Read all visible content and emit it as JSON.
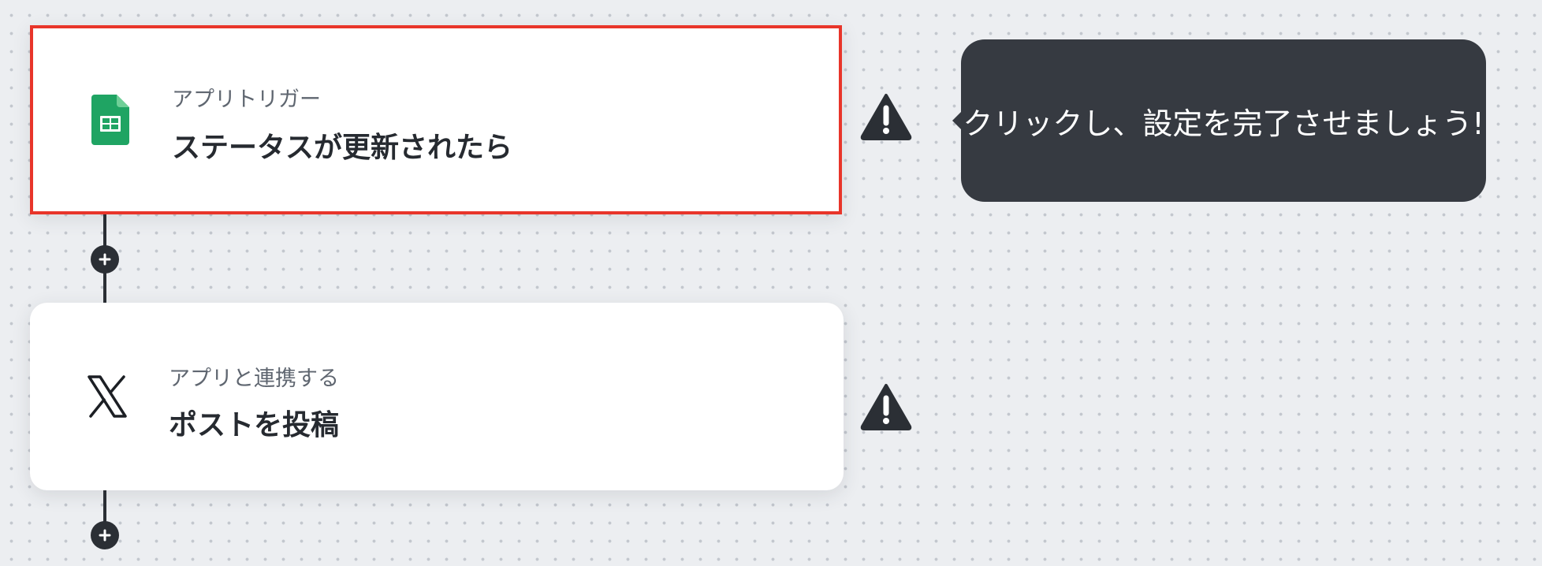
{
  "workflow": {
    "trigger": {
      "subtitle": "アプリトリガー",
      "title": "ステータスが更新されたら",
      "app_icon": "google-sheets-icon",
      "status_icon": "warning-icon"
    },
    "action": {
      "subtitle": "アプリと連携する",
      "title": "ポストを投稿",
      "app_icon": "x-logo-icon",
      "status_icon": "warning-icon"
    },
    "add_step_icon": "plus-icon"
  },
  "tooltip": {
    "text": "クリックし、設定を完了させましょう!"
  },
  "colors": {
    "background": "#eceef1",
    "dots": "#c3c7ce",
    "card": "#ffffff",
    "selected_border": "#e8352a",
    "dark": "#2b2f35",
    "tooltip_bg": "#363a41",
    "sheets_green": "#1fa463"
  }
}
